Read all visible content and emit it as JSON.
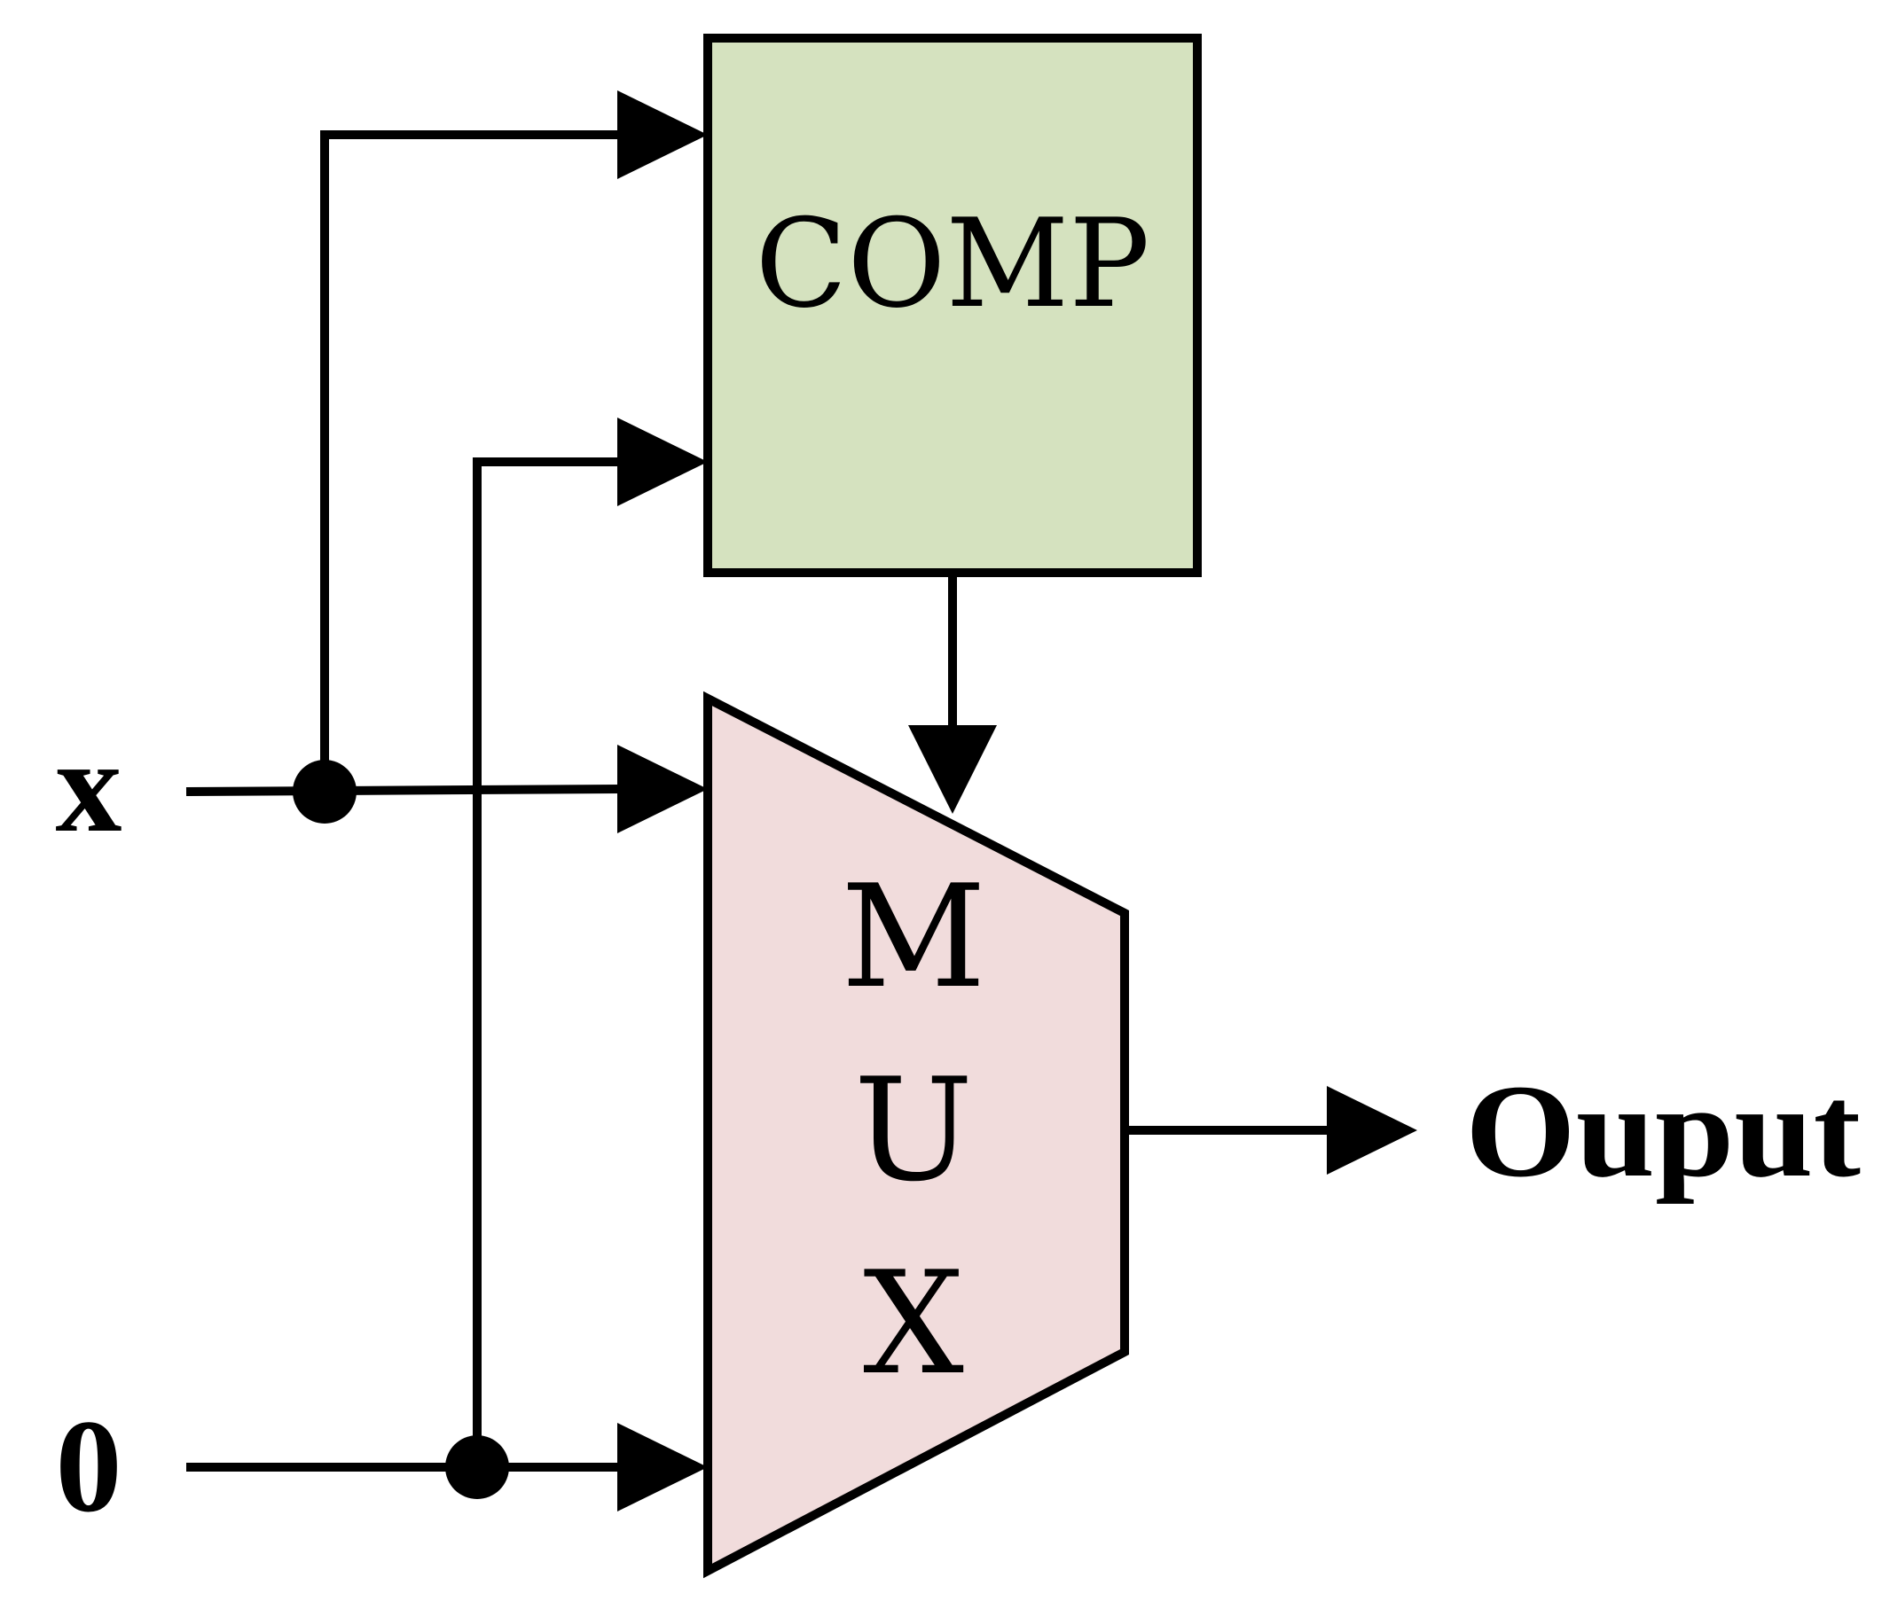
{
  "blocks": {
    "comparator": {
      "label": "COMP",
      "fill": "#d5e2bf"
    },
    "multiplexer": {
      "letters": [
        "M",
        "U",
        "X"
      ],
      "fill": "#f1dcdc"
    }
  },
  "inputs": {
    "x": "x",
    "zero": "0"
  },
  "output": {
    "label": "Ouput"
  }
}
